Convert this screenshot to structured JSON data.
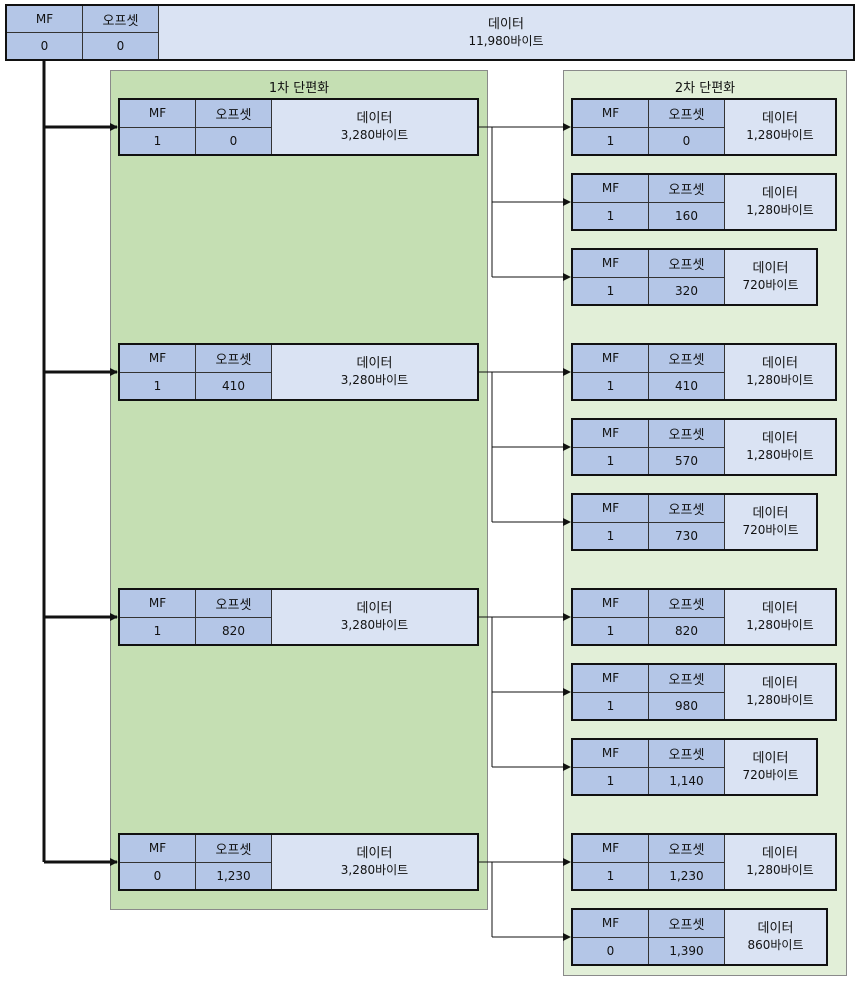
{
  "labels": {
    "mf": "MF",
    "offset": "오프셋",
    "data": "데이터"
  },
  "original": {
    "mf": "0",
    "offset": "0",
    "size": "11,980바이트"
  },
  "stage1": {
    "title": "1차 단편화",
    "fragments": [
      {
        "mf": "1",
        "offset": "0",
        "size": "3,280바이트"
      },
      {
        "mf": "1",
        "offset": "410",
        "size": "3,280바이트"
      },
      {
        "mf": "1",
        "offset": "820",
        "size": "3,280바이트"
      },
      {
        "mf": "0",
        "offset": "1,230",
        "size": "3,280바이트"
      }
    ]
  },
  "stage2": {
    "title": "2차 단편화",
    "fragments": [
      {
        "mf": "1",
        "offset": "0",
        "size": "1,280바이트"
      },
      {
        "mf": "1",
        "offset": "160",
        "size": "1,280바이트"
      },
      {
        "mf": "1",
        "offset": "320",
        "size": "720바이트"
      },
      {
        "mf": "1",
        "offset": "410",
        "size": "1,280바이트"
      },
      {
        "mf": "1",
        "offset": "570",
        "size": "1,280바이트"
      },
      {
        "mf": "1",
        "offset": "730",
        "size": "720바이트"
      },
      {
        "mf": "1",
        "offset": "820",
        "size": "1,280바이트"
      },
      {
        "mf": "1",
        "offset": "980",
        "size": "1,280바이트"
      },
      {
        "mf": "1",
        "offset": "1,140",
        "size": "720바이트"
      },
      {
        "mf": "1",
        "offset": "1,230",
        "size": "1,280바이트"
      },
      {
        "mf": "0",
        "offset": "1,390",
        "size": "860바이트"
      }
    ]
  }
}
